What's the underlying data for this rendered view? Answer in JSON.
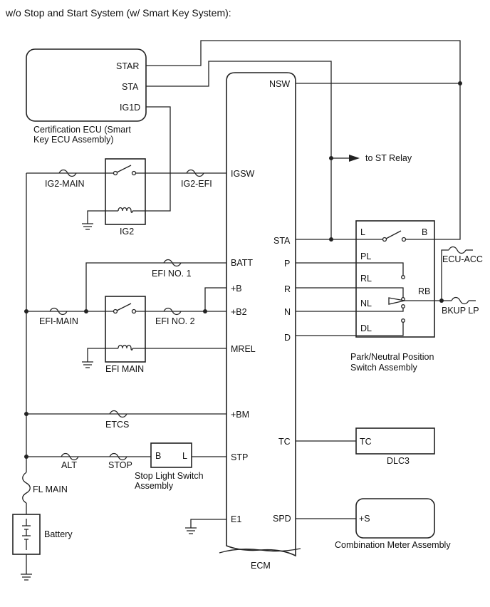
{
  "title": "w/o Stop and Start System (w/ Smart Key System):",
  "cert_ecu": {
    "label_line1": "Certification ECU (Smart",
    "label_line2": "Key ECU Assembly)",
    "pins": {
      "star": "STAR",
      "sta": "STA",
      "ig1d": "IG1D"
    }
  },
  "ecm": {
    "label": "ECM",
    "left_pins": {
      "igsw": "IGSW",
      "batt": "BATT",
      "b": "+B",
      "b2": "+B2",
      "mrel": "MREL",
      "bm": "+BM",
      "stp": "STP",
      "e1": "E1"
    },
    "right_pins": {
      "nsw": "NSW",
      "sta": "STA",
      "p": "P",
      "r": "R",
      "n": "N",
      "d": "D",
      "tc": "TC",
      "spd": "SPD"
    }
  },
  "relays": {
    "ig2": "IG2",
    "efi_main": "EFI MAIN"
  },
  "fuses": {
    "ig2_main": "IG2-MAIN",
    "ig2_efi": "IG2-EFI",
    "efi_no1": "EFI NO. 1",
    "efi_main": "EFI-MAIN",
    "efi_no2": "EFI NO. 2",
    "etcs": "ETCS",
    "alt": "ALT",
    "stop": "STOP",
    "fl_main": "FL MAIN",
    "ecu_acc": "ECU-ACC",
    "bkup_lp": "BKUP LP"
  },
  "st_relay": "to ST Relay",
  "pnp_switch": {
    "label_line1": "Park/Neutral Position",
    "label_line2": "Switch Assembly",
    "pins": {
      "l": "L",
      "b": "B",
      "pl": "PL",
      "rl": "RL",
      "nl": "NL",
      "dl": "DL",
      "rb": "RB"
    }
  },
  "stop_light_switch": {
    "label_line1": "Stop Light Switch",
    "label_line2": "Assembly",
    "pins": {
      "b": "B",
      "l": "L"
    }
  },
  "dlc3": {
    "label": "DLC3",
    "pin": "TC"
  },
  "combination_meter": {
    "label": "Combination Meter Assembly",
    "pin": "+S"
  },
  "battery": "Battery"
}
